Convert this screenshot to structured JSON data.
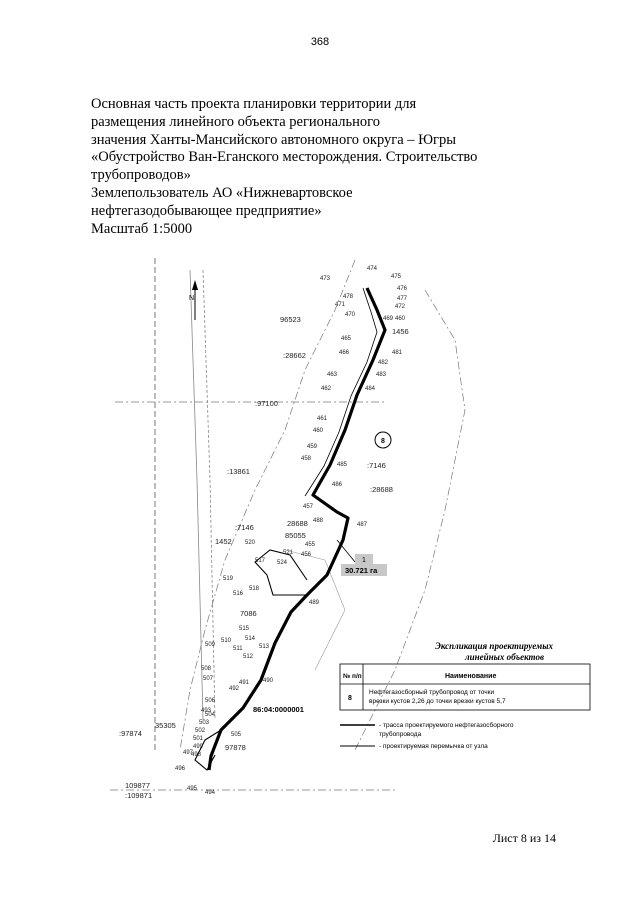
{
  "page_number": "368",
  "title_lines": [
    "Основная часть проекта планировки территории для",
    "размещения линейного объекта регионального",
    "значения Ханты-Мансийского автономного округа – Югры",
    "«Обустройство Ван-Еганского месторождения. Строительство",
    "трубопроводов»",
    "Землепользователь АО «Нижневартовское",
    "нефтегазодобывающее предприятие»",
    "Масштаб 1:5000"
  ],
  "map": {
    "parcel_labels": [
      "96523",
      ":28662",
      ":97100",
      ":13861",
      ":7146",
      "28688",
      "85055",
      ":7146",
      "1452",
      "7086",
      "35305",
      ":97874",
      "97878",
      "109877",
      ":109871",
      "1456",
      ":28688"
    ],
    "point_labels": [
      "473",
      "474",
      "475",
      "476",
      "477",
      "478",
      "471",
      "472",
      "469",
      "460",
      "1456",
      "470",
      "466",
      "465",
      "481",
      "482",
      "483",
      "484",
      "463",
      "462",
      "461",
      "460",
      "459",
      "458",
      "485",
      "486",
      "487",
      "488",
      "457",
      "455",
      "456",
      "521",
      "524",
      "520",
      "519",
      "518",
      "517",
      "516",
      "515",
      "514",
      "513",
      "512",
      "511",
      "510",
      "509",
      "508",
      "507",
      "506",
      "505",
      "504",
      "503",
      "502",
      "501",
      "499",
      "498",
      "497",
      "496",
      "495",
      "494",
      "493",
      "492",
      "491",
      "490",
      "489"
    ],
    "cadastral_quarter": "86:04:0000001",
    "zone_marker": "8",
    "area_callout": {
      "id": "1",
      "value": "30.721 га"
    },
    "north_label": "N"
  },
  "legend": {
    "title_line1": "Экспликация проектируемых",
    "title_line2": "линейных объектов",
    "col_no": "№ п/п",
    "col_name": "Наименование",
    "row_no": "8",
    "row_name_line1": "Нефтегазосборный трубопровод от точки",
    "row_name_line2": "врезки кустов 2,26 до точки врезки кустов 5,7",
    "item1_line1": "- трасса проектируемого нефтегазосборного",
    "item1_line2": "трубопровода",
    "item2": "- проектируемая перемычка от узла"
  },
  "footer": "Лист 8 из 14"
}
